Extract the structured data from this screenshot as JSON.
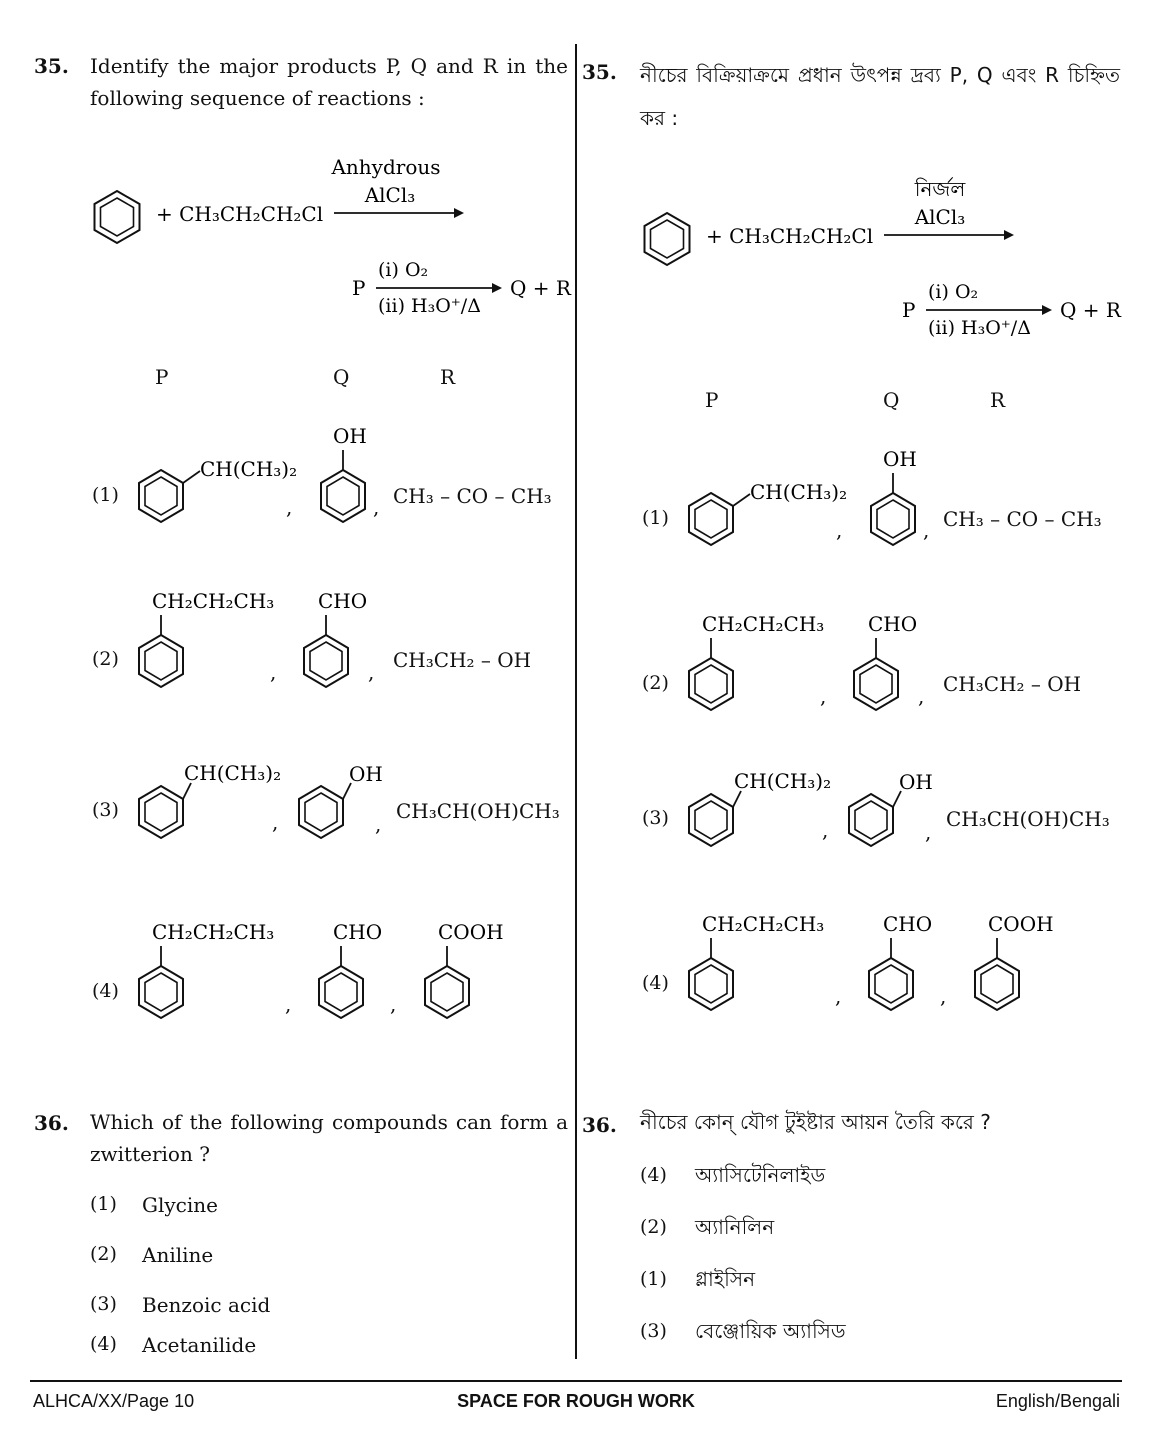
{
  "en": {
    "q35": {
      "number": "35.",
      "text": "Identify the major products P, Q and R in the following sequence of reactions :",
      "reagent": "+ CH₃CH₂CH₂Cl",
      "catalyst_top": "Anhydrous",
      "catalyst_bottom": "AlCl₃",
      "step2_p": "P",
      "step2_top": "(i) O₂",
      "step2_bottom": "(ii) H₃O⁺/Δ",
      "step2_products": "Q + R",
      "header_p": "P",
      "header_q": "Q",
      "header_r": "R",
      "options": [
        {
          "num": "(1)",
          "p_sub": "CH(CH₃)₂",
          "q_sub": "OH",
          "r": "CH₃ – CO – CH₃"
        },
        {
          "num": "(2)",
          "p_sub": "CH₂CH₂CH₃",
          "q_sub": "CHO",
          "r": "CH₃CH₂ – OH"
        },
        {
          "num": "(3)",
          "p_sub": "CH(CH₃)₂",
          "q_sub": "OH",
          "r": "CH₃CH(OH)CH₃"
        },
        {
          "num": "(4)",
          "p_sub": "CH₂CH₂CH₃",
          "q_sub": "CHO",
          "r_sub": "COOH"
        }
      ]
    },
    "q36": {
      "number": "36.",
      "text": "Which of the following compounds can form a zwitterion ?",
      "options": [
        {
          "num": "(1)",
          "label": "Glycine"
        },
        {
          "num": "(2)",
          "label": "Aniline"
        },
        {
          "num": "(3)",
          "label": "Benzoic acid"
        },
        {
          "num": "(4)",
          "label": "Acetanilide"
        }
      ]
    }
  },
  "bn": {
    "q35": {
      "number": "35.",
      "text": "নীচের বিক্রিয়াক্রমে প্রধান উৎপন্ন দ্রব্য P, Q এবং R চিহ্নিত কর :",
      "reagent": "+ CH₃CH₂CH₂Cl",
      "catalyst_top": "নির্জল",
      "catalyst_bottom": "AlCl₃",
      "step2_p": "P",
      "step2_top": "(i) O₂",
      "step2_bottom": "(ii) H₃O⁺/Δ",
      "step2_products": "Q + R",
      "header_p": "P",
      "header_q": "Q",
      "header_r": "R",
      "options": [
        {
          "num": "(1)",
          "p_sub": "CH(CH₃)₂",
          "q_sub": "OH",
          "r": "CH₃ – CO – CH₃"
        },
        {
          "num": "(2)",
          "p_sub": "CH₂CH₂CH₃",
          "q_sub": "CHO",
          "r": "CH₃CH₂ – OH"
        },
        {
          "num": "(3)",
          "p_sub": "CH(CH₃)₂",
          "q_sub": "OH",
          "r": "CH₃CH(OH)CH₃"
        },
        {
          "num": "(4)",
          "p_sub": "CH₂CH₂CH₃",
          "q_sub": "CHO",
          "r_sub": "COOH"
        }
      ]
    },
    "q36": {
      "number": "36.",
      "text": "নীচের কোন্ যৌগ টুইষ্টার আয়ন তৈরি করে ?",
      "options": [
        {
          "num": "(4)",
          "label": "অ্যাসিটেনিলাইড"
        },
        {
          "num": "(2)",
          "label": "অ্যানিলিন"
        },
        {
          "num": "(1)",
          "label": "গ্লাইসিন"
        },
        {
          "num": "(3)",
          "label": "বেঞ্জোয়িক অ্যাসিড"
        }
      ]
    }
  },
  "footer": {
    "left": "ALHCA/XX/Page 10",
    "center": "SPACE FOR ROUGH WORK",
    "right": "English/Bengali"
  },
  "separators": {
    "comma": ","
  }
}
